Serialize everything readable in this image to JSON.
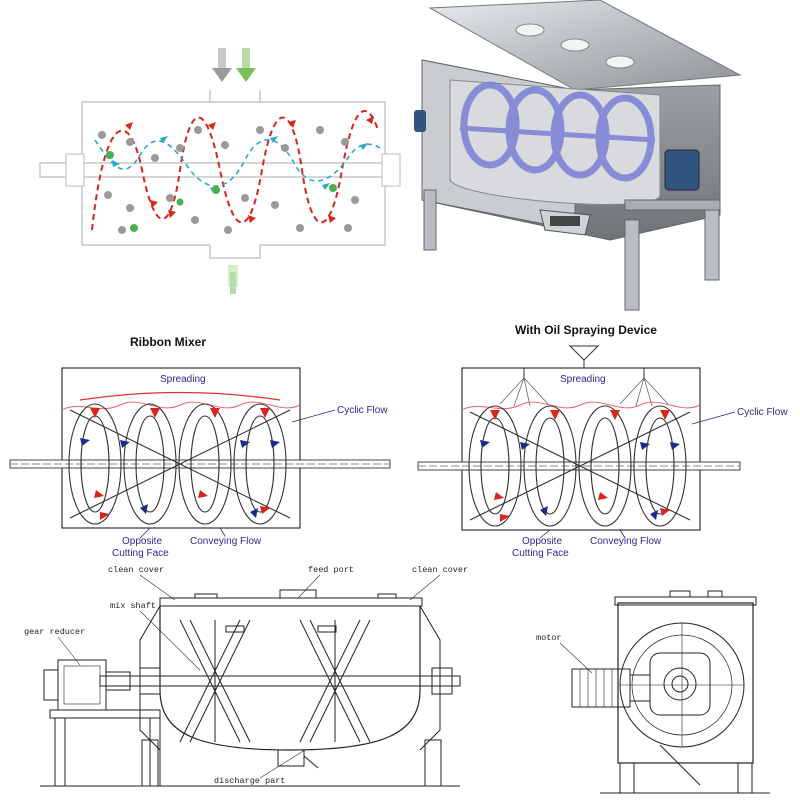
{
  "panels": {
    "ribbon_plain": {
      "title": "Ribbon Mixer",
      "labels": {
        "spreading": "Spreading",
        "cyclic_flow": "Cyclic Flow",
        "opposite_cutting_face": [
          "Opposite",
          "Cutting Face"
        ],
        "conveying_flow": "Conveying Flow"
      }
    },
    "ribbon_oil": {
      "title": "With Oil Spraying Device",
      "labels": {
        "spreading": "Spreading",
        "cyclic_flow": "Cyclic Flow",
        "opposite_cutting_face": [
          "Opposite",
          "Cutting Face"
        ],
        "conveying_flow": "Conveying Flow"
      }
    },
    "technical_drawing": {
      "labels": {
        "clean_cover_left": "clean cover",
        "feed_port": "feed port",
        "clean_cover_right": "clean cover",
        "mix_shaft": "mix shaft",
        "gear_reducer": "gear reducer",
        "discharge_part": "discharge part",
        "motor": "motor"
      }
    }
  },
  "colors": {
    "flow_red": "#d9261c",
    "flow_cyan": "#2aa8cc",
    "ribbon_blue": "#7b7fd6",
    "particle_gray": "#9a9a9a",
    "particle_green": "#4caf50",
    "arrow_green": "#79c05a",
    "arrow_gray": "#9a9a9a",
    "label_blue": "#2a2a8a"
  }
}
